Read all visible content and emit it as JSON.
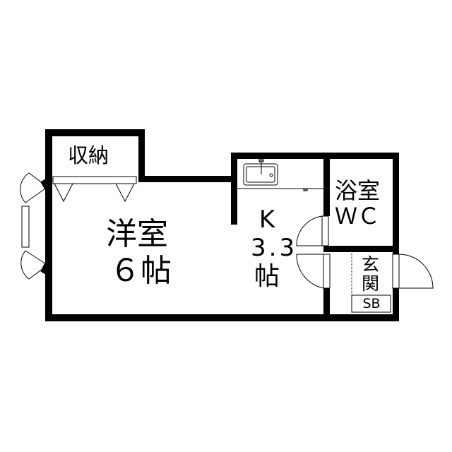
{
  "rooms": {
    "storage": "収納",
    "western_room": {
      "name": "洋室",
      "size": "６帖"
    },
    "kitchen": {
      "name": "K",
      "size": "3.3",
      "unit": "帖"
    },
    "bath": {
      "name": "浴室",
      "sub": "ＷＣ"
    },
    "entrance": {
      "name1": "玄",
      "name2": "関",
      "shoe_box": "SB"
    }
  },
  "colors": {
    "wall": "#000000",
    "background": "#ffffff"
  }
}
